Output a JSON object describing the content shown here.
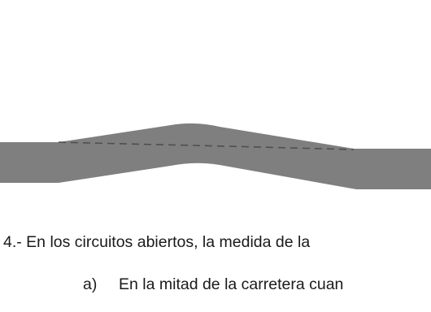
{
  "figure": {
    "road_color": "#7f7f7f",
    "centerline_color": "#4f4f4f",
    "centerline_style": "dashed"
  },
  "question": {
    "text": "4.- En los circuitos abiertos, la medida de la"
  },
  "options": [
    {
      "letter": "a)",
      "text": "En la mitad de la carretera cuan"
    }
  ]
}
